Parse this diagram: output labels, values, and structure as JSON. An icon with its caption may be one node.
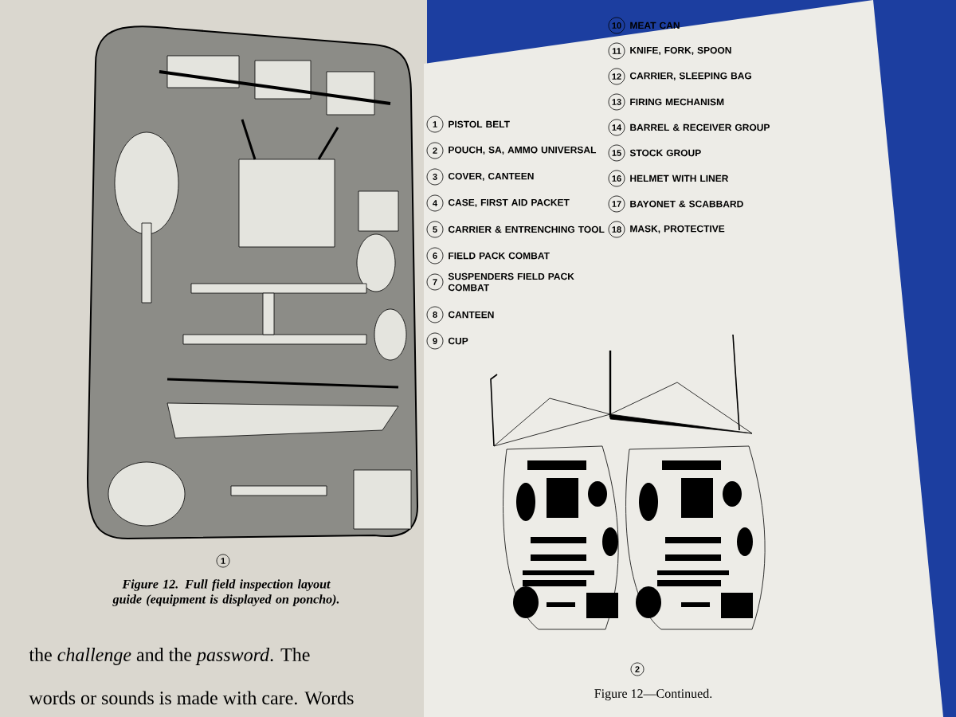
{
  "diagram": {
    "labels": [
      "1",
      "Figure 12. Full field inspection layout guide (equipment is displayed on poncho).",
      "the *challenge* and the *password*. The",
      "words or sounds is made with care. Words",
      "1",
      "PISTOL BELT",
      "2",
      "POUCH, SA, AMMO UNIVERSAL",
      "3",
      "COVER, CANTEEN",
      "4",
      "CASE, FIRST AID PACKET",
      "5",
      "CARRIER & ENTRENCHING TOOL",
      "6",
      "FIELD PACK COMBAT",
      "7",
      "SUSPENDERS FIELD PACK COMBAT",
      "8",
      "CANTEEN",
      "9",
      "CUP",
      "10",
      "MEAT CAN",
      "11",
      "KNIFE, FORK, SPOON",
      "12",
      "CARRIER, SLEEPING BAG",
      "13",
      "FIRING MECHANISM",
      "14",
      "BARREL & RECEIVER GROUP",
      "15",
      "STOCK GROUP",
      "16",
      "HELMET WITH LINER",
      "17",
      "BAYONET & SCABBARD",
      "18",
      "MASK, PROTECTIVE",
      "2",
      "Figure 12—Continued."
    ]
  }
}
